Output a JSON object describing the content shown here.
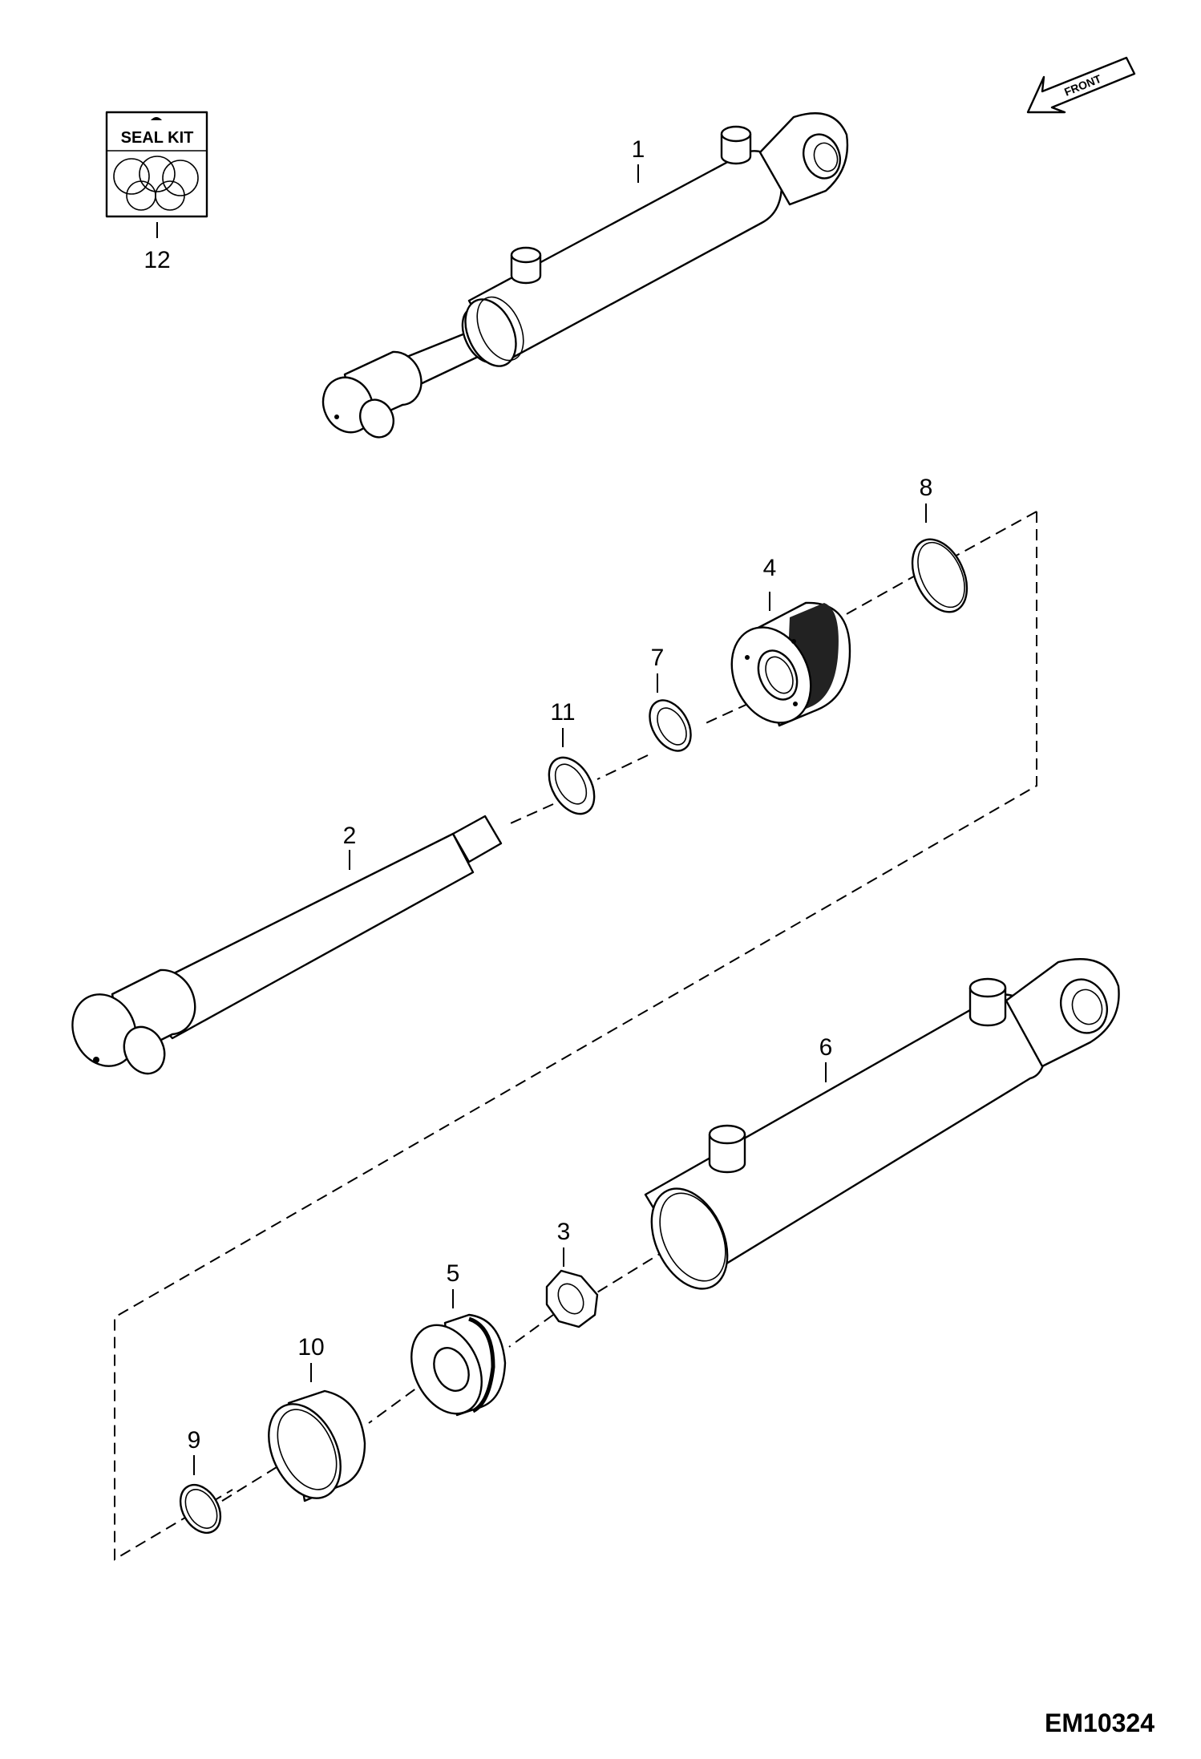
{
  "diagram": {
    "front_label": "FRONT",
    "seal_kit_label": "SEAL KIT",
    "drawing_code": "EM10324",
    "callouts": {
      "p1": "1",
      "p2": "2",
      "p3": "3",
      "p4": "4",
      "p5": "5",
      "p6": "6",
      "p7": "7",
      "p8": "8",
      "p9": "9",
      "p10": "10",
      "p11": "11",
      "p12": "12"
    }
  }
}
